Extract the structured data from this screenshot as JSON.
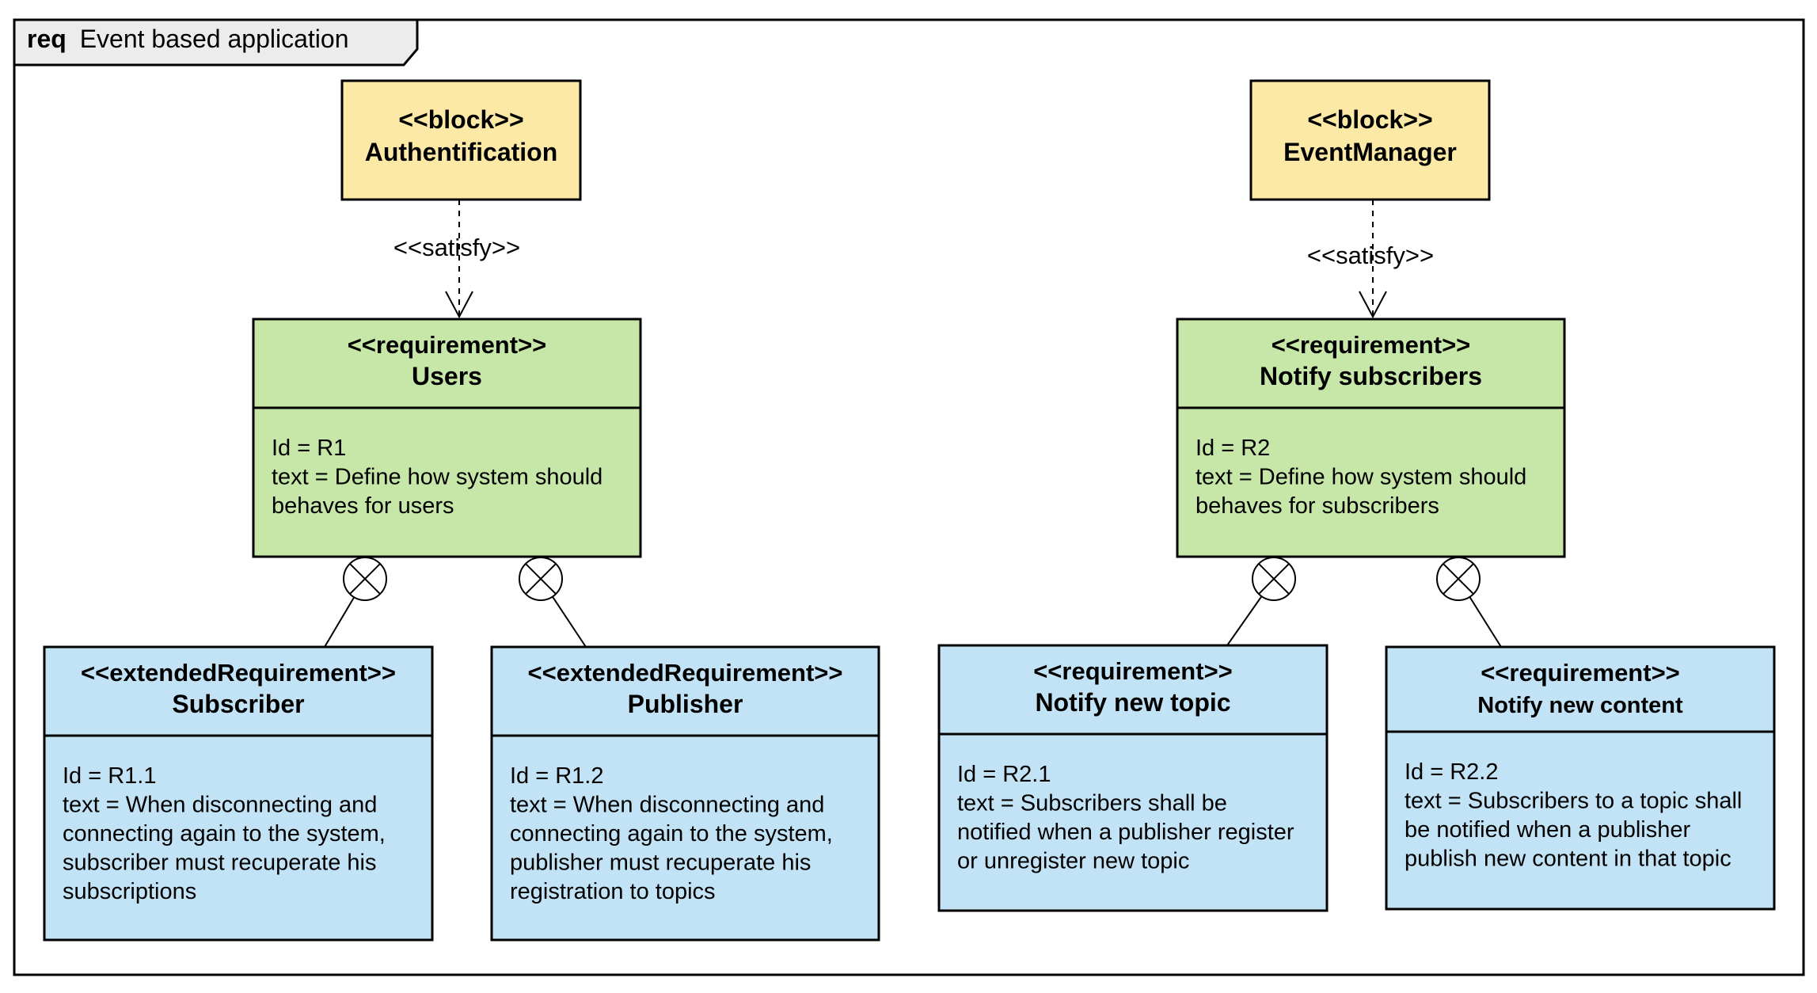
{
  "frame": {
    "keyword": "req",
    "name": "Event based application"
  },
  "blocks": [
    {
      "id": "auth",
      "stereotype": "<<block>>",
      "name": "Authentification"
    },
    {
      "id": "evtmgr",
      "stereotype": "<<block>>",
      "name": "EventManager"
    }
  ],
  "requirements": [
    {
      "id": "users",
      "stereotype": "<<requirement>>",
      "name": "Users",
      "body": [
        "Id = R1",
        "text = Define how system should",
        "behaves for users"
      ]
    },
    {
      "id": "notify",
      "stereotype": "<<requirement>>",
      "name": "Notify subscribers",
      "body": [
        "Id = R2",
        "text = Define how system should",
        "behaves for subscribers"
      ]
    },
    {
      "id": "subscriber",
      "stereotype": "<<extendedRequirement>>",
      "name": "Subscriber",
      "body": [
        "Id = R1.1",
        "text = When disconnecting and",
        "connecting again to the system,",
        "subscriber must recuperate his",
        "subscriptions"
      ]
    },
    {
      "id": "publisher",
      "stereotype": "<<extendedRequirement>>",
      "name": "Publisher",
      "body": [
        "Id = R1.2",
        "text = When disconnecting and",
        "connecting again to the system,",
        "publisher must recuperate his",
        "registration to topics"
      ]
    },
    {
      "id": "newtopic",
      "stereotype": "<<requirement>>",
      "name": "Notify new topic",
      "body": [
        "Id = R2.1",
        "text = Subscribers shall be",
        "notified when a publisher register",
        "or unregister new topic"
      ]
    },
    {
      "id": "newcontent",
      "stereotype": "<<requirement>>",
      "name": "Notify new content",
      "body": [
        "Id = R2.2",
        "text = Subscribers to a topic shall",
        "be notified when a publisher",
        "publish new content in that topic"
      ]
    }
  ],
  "relations": [
    {
      "id": "sat-users",
      "type": "satisfy",
      "label": "<<satisfy>>",
      "from": "auth",
      "to": "users"
    },
    {
      "id": "sat-notify",
      "type": "satisfy",
      "label": "<<satisfy>>",
      "from": "evtmgr",
      "to": "notify"
    },
    {
      "id": "cont-subscriber",
      "type": "containment",
      "from": "users",
      "to": "subscriber"
    },
    {
      "id": "cont-publisher",
      "type": "containment",
      "from": "users",
      "to": "publisher"
    },
    {
      "id": "cont-newtopic",
      "type": "containment",
      "from": "notify",
      "to": "newtopic"
    },
    {
      "id": "cont-newcontent",
      "type": "containment",
      "from": "notify",
      "to": "newcontent"
    }
  ],
  "colors": {
    "block_fill": "#fde9a6",
    "requirement_fill": "#c7e7a8",
    "child_fill": "#c2e3f5",
    "frame_tab_fill": "#ececec",
    "stroke": "#000000"
  }
}
